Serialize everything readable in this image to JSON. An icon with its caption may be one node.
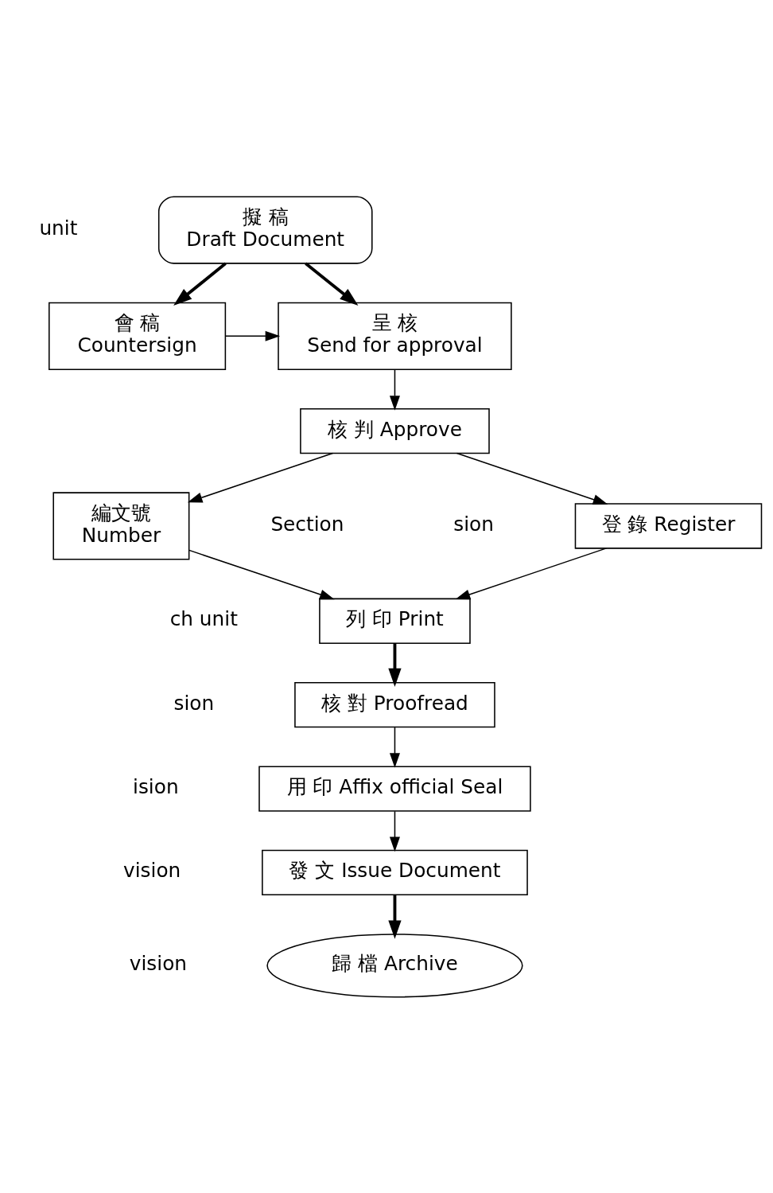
{
  "diagram": {
    "nodes": [
      {
        "text": [
          "擬 稿",
          "Draft Document"
        ]
      },
      {
        "text": [
          "會 稿",
          "Countersign"
        ]
      },
      {
        "text": [
          "呈 核",
          "Send for approval"
        ]
      },
      {
        "text": [
          "核 判 Approve"
        ]
      },
      {
        "text": [
          "登 錄 Register"
        ]
      },
      {
        "text": [
          "編文號",
          "Number"
        ]
      },
      {
        "text": [
          "列 印 Print"
        ]
      },
      {
        "text": [
          "核 對 Proofread"
        ]
      },
      {
        "text": [
          "用 印 Affix official Seal"
        ]
      },
      {
        "text": [
          "發 文 Issue Document"
        ]
      },
      {
        "text": [
          "歸 檔 Archive"
        ]
      }
    ],
    "edges": [
      {
        "from": 0,
        "to": 1,
        "arrow": "to",
        "style": "thick"
      },
      {
        "from": 0,
        "to": 2,
        "arrow": "to",
        "style": "thick"
      },
      {
        "from": 1,
        "to": 2,
        "arrow": "to"
      },
      {
        "from": 2,
        "to": 3,
        "arrow": "to"
      },
      {
        "from": 3,
        "to": 4,
        "arrow": "to"
      },
      {
        "from": 3,
        "to": 5,
        "arrow": "to"
      },
      {
        "from": 4,
        "to": 6,
        "arrow": "to"
      },
      {
        "from": 5,
        "to": 6,
        "arrow": "to"
      },
      {
        "from": 6,
        "to": 7,
        "arrow": "to",
        "style": "thick"
      },
      {
        "from": 7,
        "to": 8,
        "arrow": "to"
      },
      {
        "from": 8,
        "to": 9,
        "arrow": "to"
      },
      {
        "from": 9,
        "to": 10,
        "arrow": "to",
        "style": "thick"
      }
    ],
    "labels": [
      "unit",
      "Section",
      "sion",
      "ch unit",
      "sion",
      "ision",
      "vision",
      "vision"
    ]
  }
}
